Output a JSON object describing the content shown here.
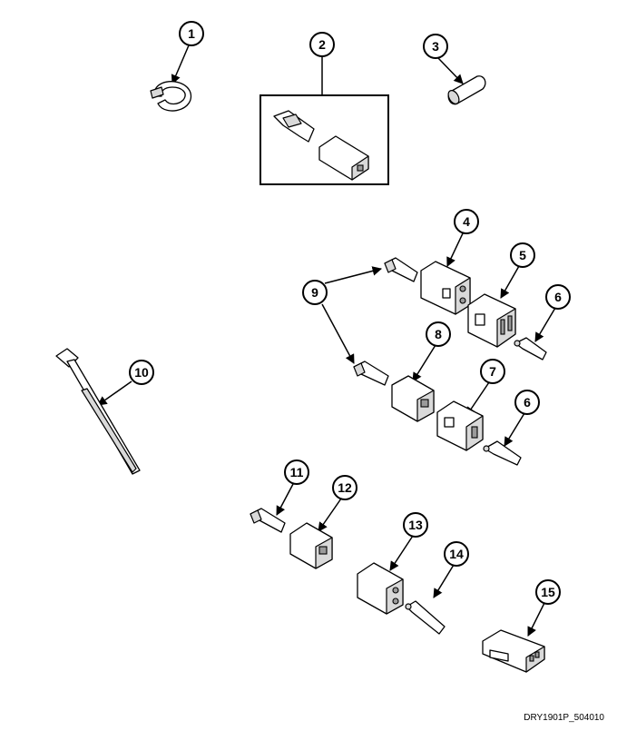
{
  "callouts": [
    {
      "label": "1"
    },
    {
      "label": "2"
    },
    {
      "label": "3"
    },
    {
      "label": "4"
    },
    {
      "label": "5"
    },
    {
      "label": "6"
    },
    {
      "label": "9"
    },
    {
      "label": "8"
    },
    {
      "label": "7"
    },
    {
      "label": "6"
    },
    {
      "label": "10"
    },
    {
      "label": "11"
    },
    {
      "label": "12"
    },
    {
      "label": "13"
    },
    {
      "label": "14"
    },
    {
      "label": "15"
    }
  ],
  "reference_code": "DRY1901P_504010",
  "colors": {
    "line": "#000000",
    "fill": "#ffffff",
    "shade": "#d9d9d9"
  }
}
